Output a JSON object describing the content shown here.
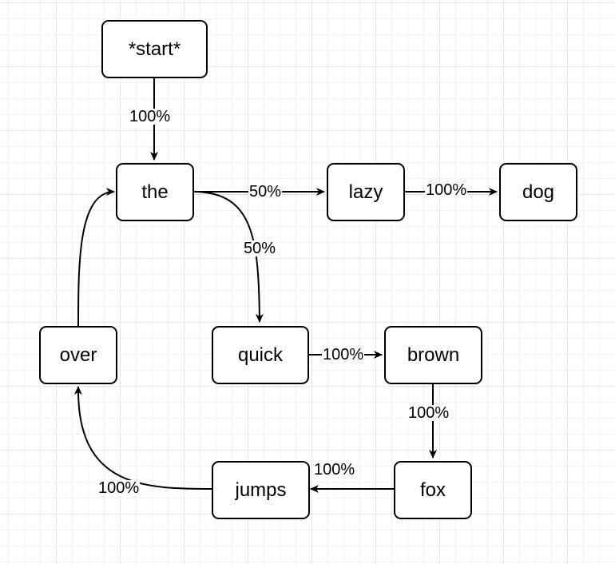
{
  "diagram": {
    "nodes": {
      "start": "*start*",
      "the": "the",
      "lazy": "lazy",
      "dog": "dog",
      "quick": "quick",
      "brown": "brown",
      "fox": "fox",
      "jumps": "jumps",
      "over": "over"
    },
    "edges": [
      {
        "from": "start",
        "to": "the",
        "label": "100%"
      },
      {
        "from": "the",
        "to": "lazy",
        "label": "50%"
      },
      {
        "from": "lazy",
        "to": "dog",
        "label": "100%"
      },
      {
        "from": "the",
        "to": "quick",
        "label": "50%"
      },
      {
        "from": "quick",
        "to": "brown",
        "label": "100%"
      },
      {
        "from": "brown",
        "to": "fox",
        "label": "100%"
      },
      {
        "from": "fox",
        "to": "jumps",
        "label": "100%"
      },
      {
        "from": "jumps",
        "to": "over",
        "label": "100%"
      },
      {
        "from": "over",
        "to": "the",
        "label": ""
      }
    ]
  }
}
